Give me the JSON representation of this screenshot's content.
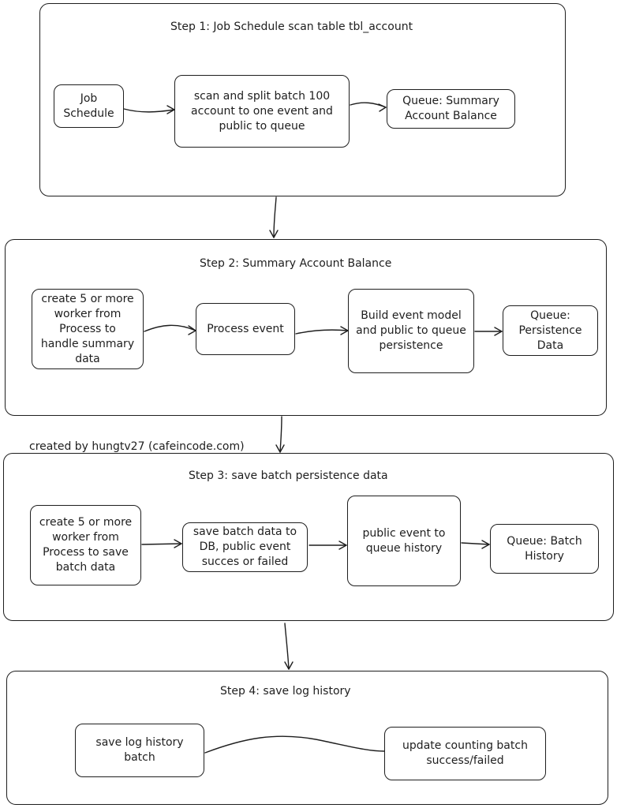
{
  "credit": "created by hungtv27 (cafeincode.com)",
  "steps": [
    {
      "title": "Step 1: Job Schedule scan table tbl_account",
      "nodes": {
        "job_schedule": "Job\nSchedule",
        "scan_split": "scan and split batch 100\naccount to one event and\npublic to queue",
        "queue_summary": "Queue: Summary\nAccount Balance"
      }
    },
    {
      "title": "Step 2: Summary Account Balance",
      "nodes": {
        "create_workers": "create 5 or more\nworker from\nProcess to\nhandle summary\ndata",
        "process_event": "Process event",
        "build_event": "Build event model\nand public to queue\npersistence",
        "queue_persistence": "Queue:\nPersistence\nData"
      }
    },
    {
      "title": "Step 3: save batch persistence data",
      "nodes": {
        "create_workers": "create 5 or more\nworker from\nProcess to save\nbatch data",
        "save_batch": "save batch data to\nDB, public event\nsucces or failed",
        "public_history": "public event to\nqueue history",
        "queue_history": "Queue: Batch\nHistory"
      }
    },
    {
      "title": "Step 4: save log history",
      "nodes": {
        "save_log": "save log history\nbatch",
        "update_counting": "update counting batch\nsuccess/failed"
      }
    }
  ]
}
